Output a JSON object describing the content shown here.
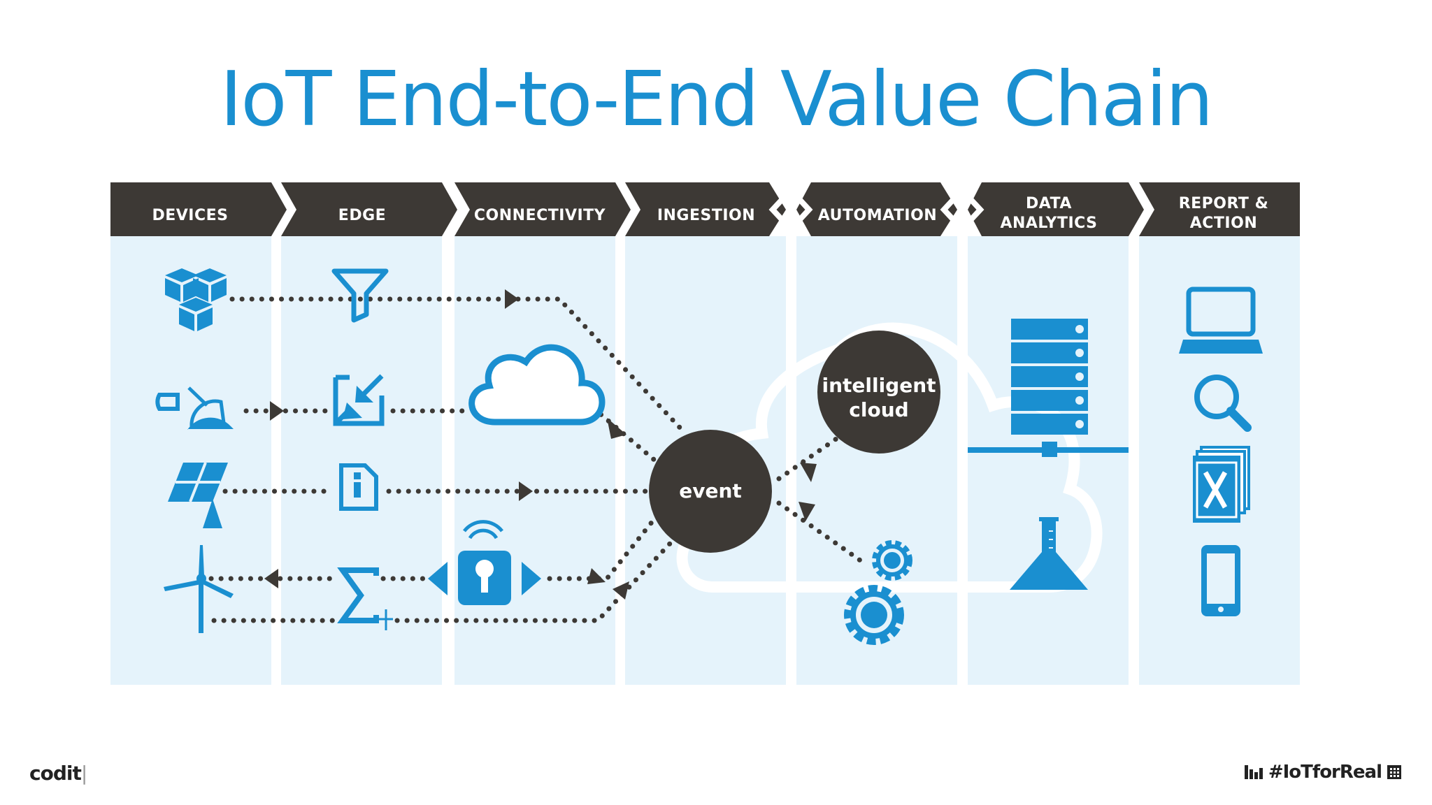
{
  "title": "IoT End-to-End Value Chain",
  "columns": [
    {
      "label_line1": "DEVICES",
      "label_line2": ""
    },
    {
      "label_line1": "EDGE",
      "label_line2": ""
    },
    {
      "label_line1": "CONNECTIVITY",
      "label_line2": ""
    },
    {
      "label_line1": "INGESTION",
      "label_line2": ""
    },
    {
      "label_line1": "AUTOMATION",
      "label_line2": ""
    },
    {
      "label_line1": "DATA",
      "label_line2": "ANALYTICS"
    },
    {
      "label_line1": "REPORT &",
      "label_line2": "ACTION"
    }
  ],
  "nodes": {
    "event": "event",
    "cloud_line1": "intelligent",
    "cloud_line2": "cloud"
  },
  "icons": {
    "devices": [
      "cubes-icon",
      "sensor-icon",
      "solar-panel-icon",
      "wind-turbine-icon"
    ],
    "edge": [
      "filter-icon",
      "compress-icon",
      "document-icon",
      "sigma-icon"
    ],
    "connectivity": [
      "cloud-icon",
      "gateway-lock-icon"
    ],
    "automation": [
      "gear-small-icon",
      "gear-large-icon"
    ],
    "analytics": [
      "server-rack-icon",
      "flask-icon"
    ],
    "report": [
      "laptop-icon",
      "magnifier-icon",
      "excel-icon",
      "smartphone-icon"
    ]
  },
  "colors": {
    "accent": "#1a8fd0",
    "header_bg": "#3d3935",
    "column_bg": "#e5f3fb",
    "node_bg": "#3d3935"
  },
  "footer": {
    "left": "codit",
    "right": "#IoTforReal"
  }
}
